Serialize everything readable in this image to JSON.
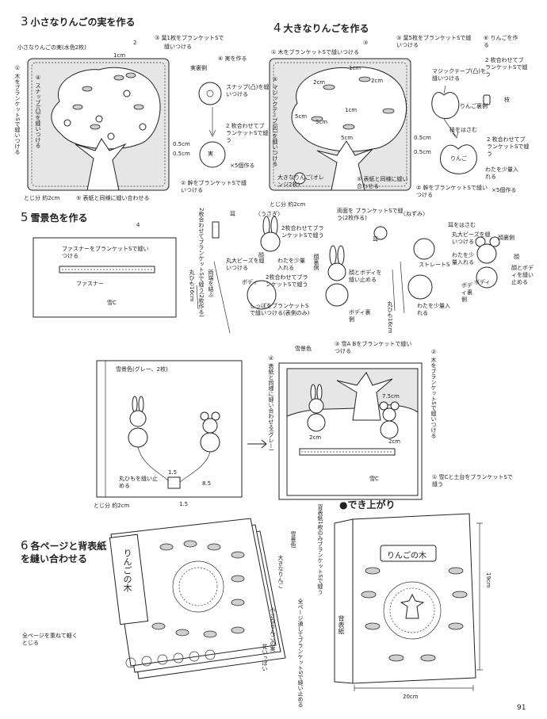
{
  "page": {
    "number": "91"
  },
  "sections": {
    "s3": {
      "num": "3",
      "title": "小さなりんごの実を作る",
      "notes": {
        "small_apple": "小さなりんごの実(水色2枚)",
        "cm1": "1cm",
        "step2": "2",
        "step3": "③ 葉1枚をブランケットSで",
        "step3b": "縫いつける",
        "step1": "① 木をブランケットSで縫いつける",
        "step4": "④ スナップ(凸)を縫いつける",
        "step5": "⑤ 表紙と同様に縫い合わせる",
        "margin": "とじ分 約2cm",
        "inner": "実裏側",
        "step6": "⑥ 実を作る",
        "snap": "スナップ(凸)を縫いつける",
        "twoSew": "2 枚合わせてブランケットSで縫う",
        "fruit": "実",
        "count": "×5個作る",
        "cm05a": "0.5cm",
        "cm05b": "0.5cm",
        "step2b": "② 幹をブランケットSで縫いつける"
      }
    },
    "s4": {
      "num": "4",
      "title": "大きなりんごを作る",
      "notes": {
        "step1": "① 木をブランケットSで縫いつける",
        "step3": "③",
        "step3b": "③ 葉5枚をブランケットSで縫いつける",
        "step6": "⑥ りんごを作る",
        "magic": "マジックテープ(凸)を縫いつける",
        "twoSew": "2 枚合わせてブランケットSで縫う",
        "apple_back": "りんご裏側",
        "branch": "枝",
        "twig": "枝をはさむ",
        "twoSew2": "2 枚合わせてブランケットSで縫う",
        "cotton": "わたを少量入れる",
        "count": "×5個作る",
        "apple": "りんご",
        "step4": "④ マジックテープ(凹)を縫いつける",
        "cm1": "1cm",
        "cm2a": "2cm",
        "cm2b": "2cm",
        "cm5a": "5cm",
        "cm5b": "5cm",
        "cm5c": "5cm",
        "cm1b": "1cm",
        "cm05a": "0.5cm",
        "cm05b": "0.5cm",
        "big_apple": "大きなりんご(オレンジ2枚)",
        "step5": "⑤ 表紙と同様に縫い合わせる",
        "step2": "② 幹をブランケットSで縫いつける",
        "margin": "とじ分 約2cm"
      }
    },
    "s5": {
      "num": "5",
      "title": "雪景色を作る",
      "notes": {
        "step4": "4",
        "zipper_sew": "ファスナーをブランケットSで縫いつける",
        "zipper": "ファスナー",
        "snowC": "雪C",
        "rabbit": "〈うさぎ〉",
        "mouse": "〈ねずみ〉",
        "ear": "耳",
        "ear2": "耳",
        "twoSew_ear": "2枚合わせてブランケットSで縫う(2枚作る)",
        "twoSew_face": "2枚合わせてブランケットSで縫う",
        "face_both": "両面を ブランケットSで縫う(2枚作る)",
        "ear_pinch": "耳をはさむ",
        "bead": "丸大ビーズを縫いつける",
        "face": "顔",
        "face2": "顔",
        "nose": "丸大ビーズを縫いつける",
        "cotton1": "わたを少量入れる",
        "cotton2": "わたを少量入れる",
        "cotton3": "わたを少量入れる",
        "both_ends": "両端を結ぶ",
        "cord16": "丸ひも16cm",
        "body": "ボディ",
        "body2": "ボディ",
        "tail": "しっぽをブランケットSで縫いつける(表側のみ)",
        "twoSew_body": "2枚合わせてブランケットSで縫う",
        "face_back": "顔裏側",
        "face_back2": "顔裏側",
        "body_back": "ボディ裏側",
        "body_back2": "ボディ裏側",
        "face_body": "顔とボディを縫い止める",
        "face_body2": "顔とボディを縫い止める",
        "cord16b": "丸ひも16cm",
        "straight": "ストレートS",
        "snow_scene": "雪景色(グレー、2枚)",
        "cord_sew": "丸ひもを縫い止める",
        "d15a": "1.5",
        "d15b": "1.5",
        "d85": "8.5",
        "margin": "とじ分 約2cm",
        "step4b": "④ 表紙と同様に縫い合わせる(グレー)",
        "snow_color": "雪景色",
        "step3": "③ 雪A Bをブランケットで縫いつける",
        "step2": "② 木をブランケットSで縫いつける",
        "cm75": "7.5cm",
        "cm2a": "2cm",
        "cm2b": "2cm",
        "snowC2": "雪C",
        "step1": "① 雪Cと土台をブランケットSで縫う"
      }
    },
    "s6": {
      "num": "6",
      "title": "各ページと背表紙を縫い合わせる",
      "notes": {
        "stack": "全ページを重ねて軽くとじる",
        "snow": "雪景色",
        "big_apple": "大きなりんご",
        "small_apple": "小さなりんごの実",
        "leaves": "花いっぱい",
        "title_label": "りんごの木"
      }
    },
    "done": {
      "title": "●でき上がり",
      "notes": {
        "spine_sew": "背表紙1枚のみブランケットSで縫う",
        "all_pages": "全ページ通してブランケットSで縫い止める",
        "spine": "背表紙",
        "book_title": "りんごの木",
        "h19": "19cm",
        "w20": "20cm"
      }
    }
  }
}
